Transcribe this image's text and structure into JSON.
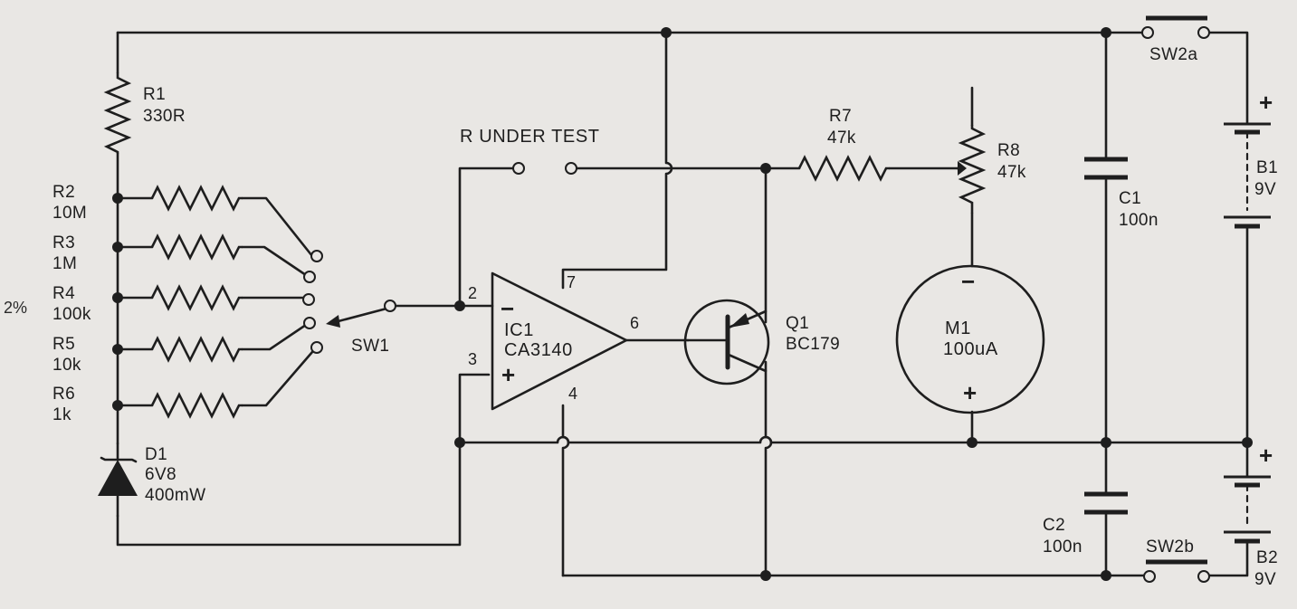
{
  "labels": {
    "r_under_test": "R UNDER TEST",
    "side_note": "2%",
    "r1": [
      "R1",
      "330R"
    ],
    "r2": [
      "R2",
      "10M"
    ],
    "r3": [
      "R3",
      "1M"
    ],
    "r4": [
      "R4",
      "100k"
    ],
    "r5": [
      "R5",
      "10k"
    ],
    "r6": [
      "R6",
      "1k"
    ],
    "d1": [
      "D1",
      "6V8",
      "400mW"
    ],
    "sw1": "SW1",
    "ic1": [
      "IC1",
      "CA3140"
    ],
    "q1": [
      "Q1",
      "BC179"
    ],
    "r7": [
      "R7",
      "47k"
    ],
    "r8": [
      "R8",
      "47k"
    ],
    "m1": [
      "M1",
      "100uA"
    ],
    "c1": [
      "C1",
      "100n"
    ],
    "c2": [
      "C2",
      "100n"
    ],
    "sw2a": "SW2a",
    "sw2b": "SW2b",
    "b1": [
      "B1",
      "9V"
    ],
    "b2": [
      "B2",
      "9V"
    ]
  },
  "pins": {
    "p2": "2",
    "p3": "3",
    "p4": "4",
    "p6": "6",
    "p7": "7"
  },
  "signs": {
    "op_minus": "−",
    "op_plus": "+",
    "meter_minus": "−",
    "meter_plus": "+",
    "b1_plus": "+",
    "b2_plus": "+"
  }
}
